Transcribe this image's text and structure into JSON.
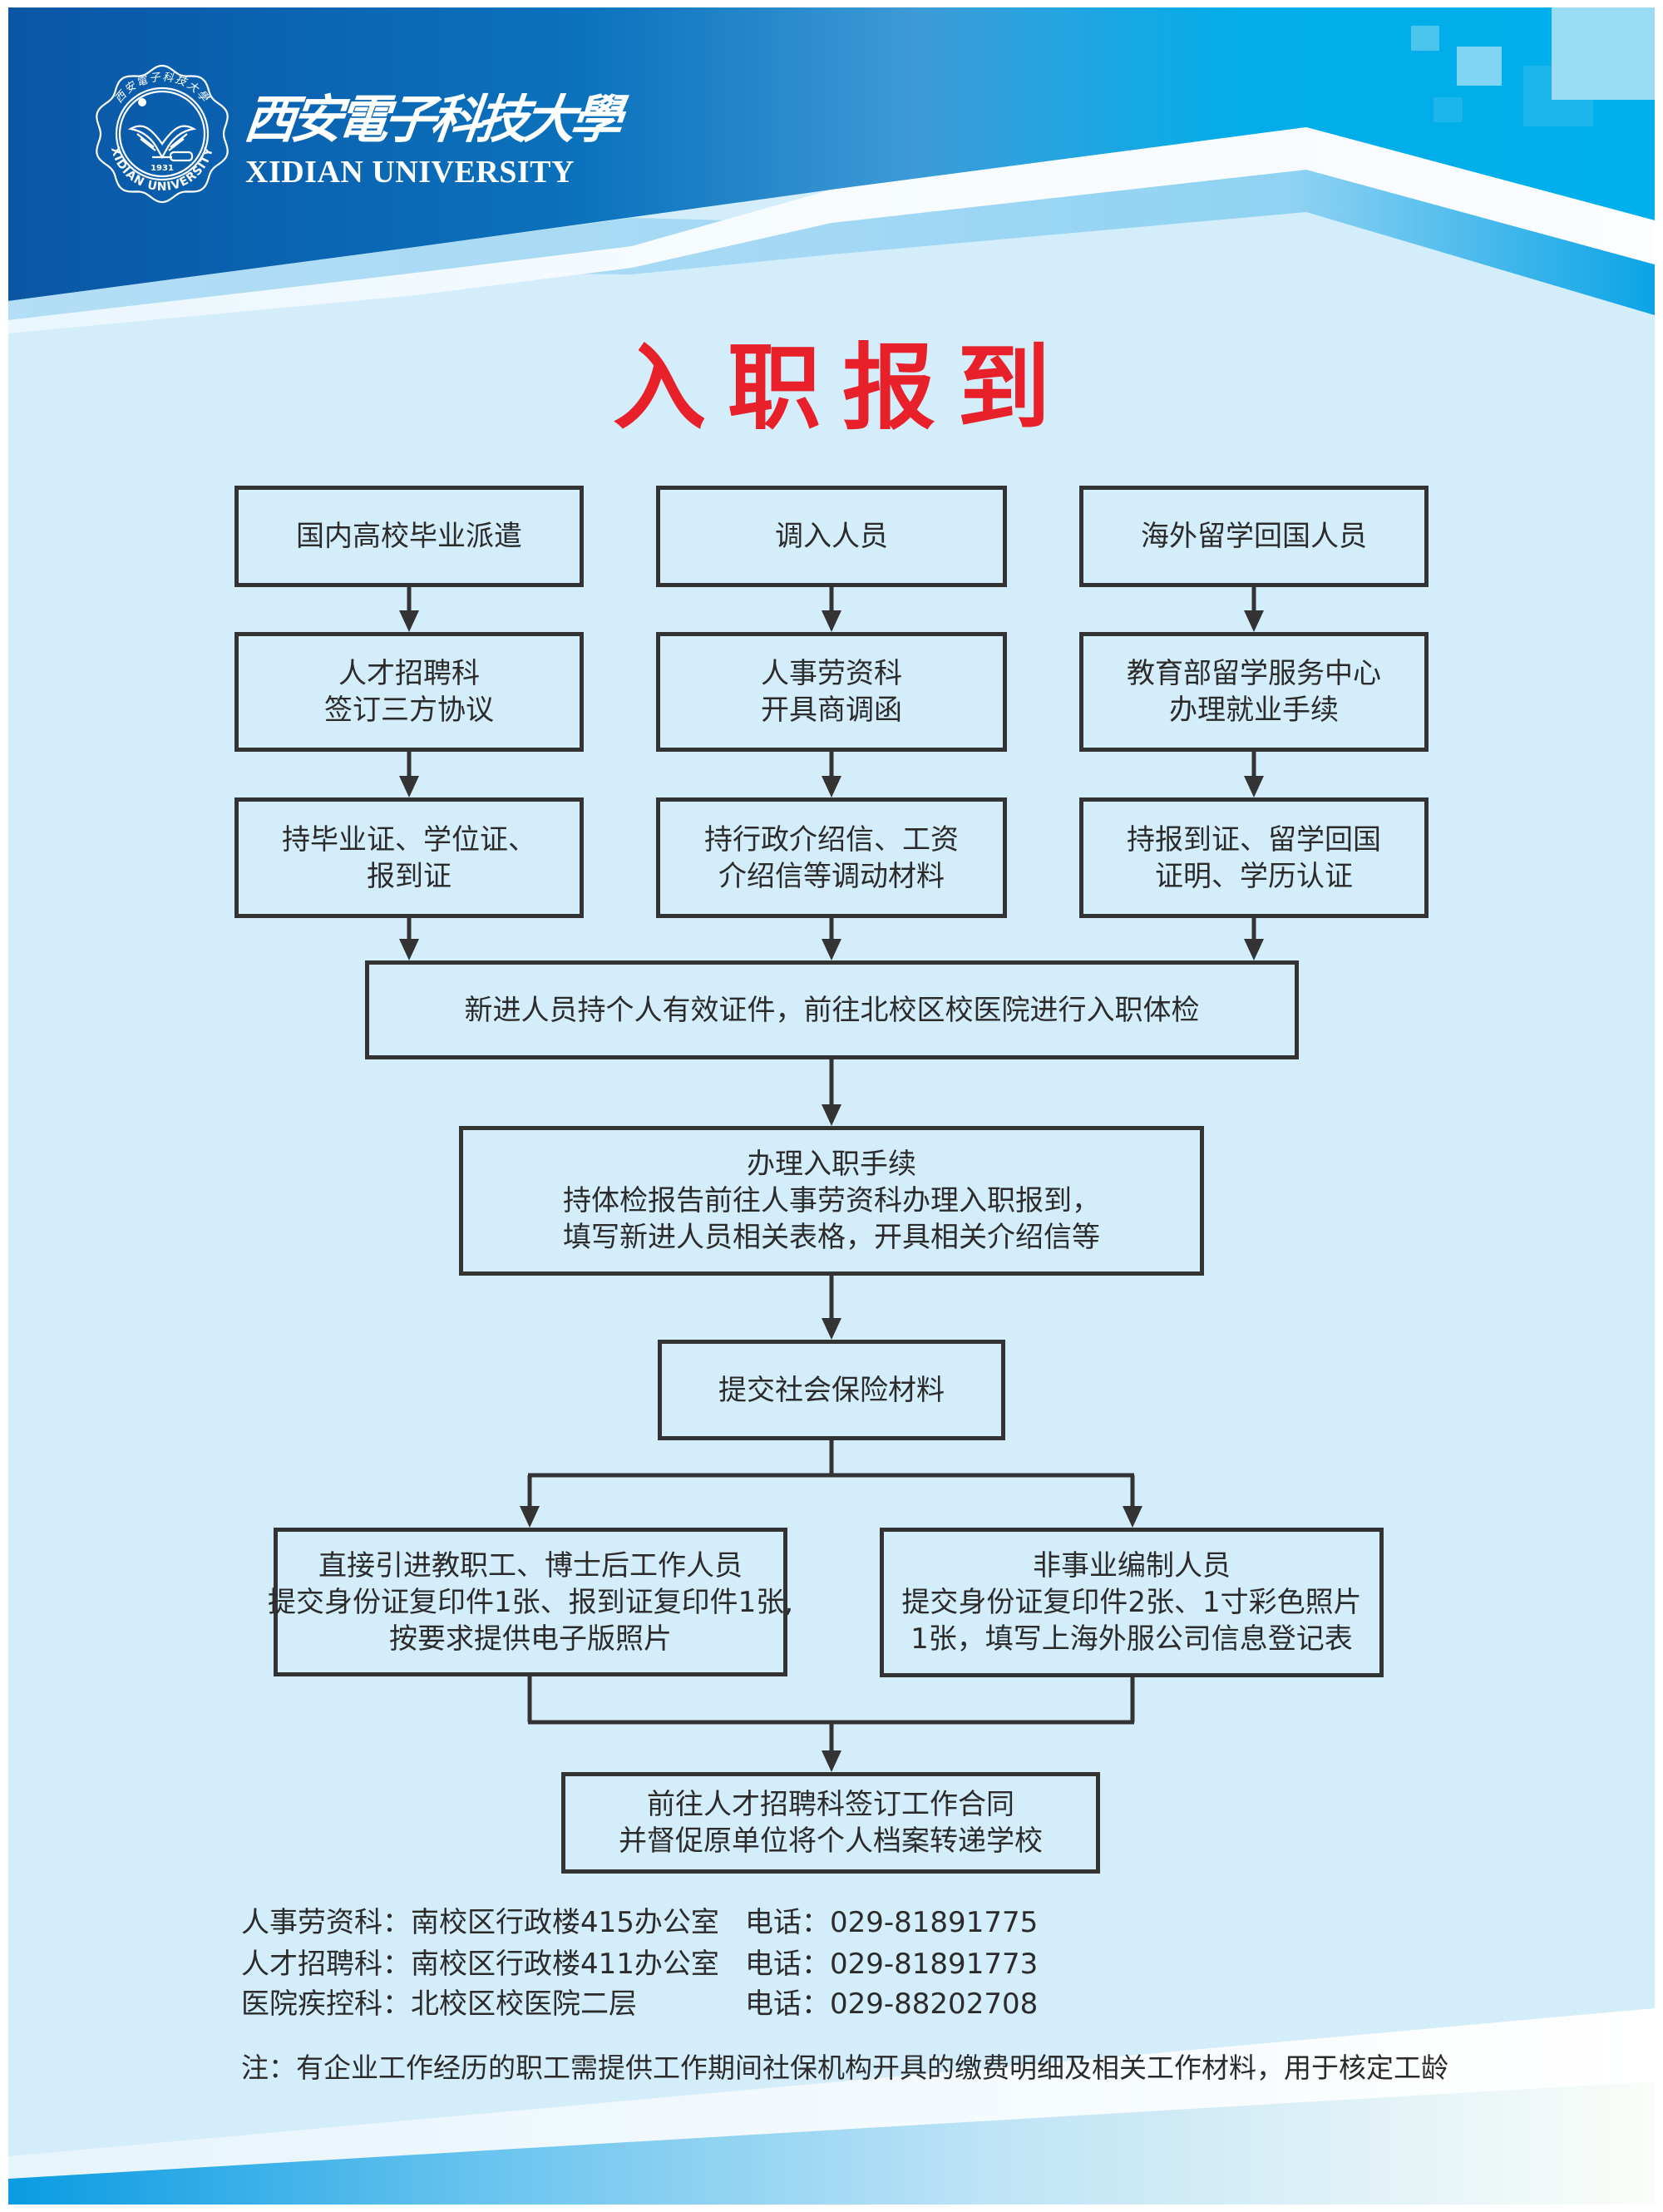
{
  "header": {
    "university_name_cn": "西安電子科技大學",
    "university_name_en": "XIDIAN UNIVERSITY",
    "seal": {
      "top_arc_text": "西安電子科技大學",
      "bottom_arc_text": "XIDIAN UNIVERSITY",
      "year": "1931"
    }
  },
  "title": "入职报到",
  "colors": {
    "title_red": "#e8202a",
    "header_dark_blue": "#0a5aa8",
    "header_cyan": "#00aeea",
    "background_light_blue": "#d3edfa",
    "box_border": "#333333",
    "text": "#2b2b2b"
  },
  "flow": {
    "sources": [
      {
        "category": "国内高校毕业派遣",
        "step1": [
          "人才招聘科",
          "签订三方协议"
        ],
        "step2": [
          "持毕业证、学位证、",
          "报到证"
        ]
      },
      {
        "category": "调入人员",
        "step1": [
          "人事劳资科",
          "开具商调函"
        ],
        "step2": [
          "持行政介绍信、工资",
          "介绍信等调动材料"
        ]
      },
      {
        "category": "海外留学回国人员",
        "step1": [
          "教育部留学服务中心",
          "办理就业手续"
        ],
        "step2": [
          "持报到证、留学回国",
          "证明、学历认证"
        ]
      }
    ],
    "medical_check": "新进人员持个人有效证件，前往北校区校医院进行入职体检",
    "onboarding": [
      "办理入职手续",
      "持体检报告前往人事劳资科办理入职报到，",
      "填写新进人员相关表格，开具相关介绍信等"
    ],
    "social_insurance": "提交社会保险材料",
    "branches": [
      {
        "lines": [
          "直接引进教职工、博士后工作人员",
          "提交身份证复印件1张、报到证复印件1张,",
          "按要求提供电子版照片"
        ]
      },
      {
        "lines": [
          "非事业编制人员",
          "提交身份证复印件2张、1寸彩色照片",
          "1张，填写上海外服公司信息登记表"
        ]
      }
    ],
    "final_step": [
      "前往人才招聘科签订工作合同",
      "并督促原单位将个人档案转递学校"
    ]
  },
  "contacts": [
    {
      "office": "人事劳资科：南校区行政楼415办公室",
      "phone": "电话：029-81891775"
    },
    {
      "office": "人才招聘科：南校区行政楼411办公室",
      "phone": "电话：029-81891773"
    },
    {
      "office": "医院疾控科：北校区校医院二层",
      "phone": "电话：029-88202708"
    }
  ],
  "note": "注：有企业工作经历的职工需提供工作期间社保机构开具的缴费明细及相关工作材料，用于核定工龄"
}
